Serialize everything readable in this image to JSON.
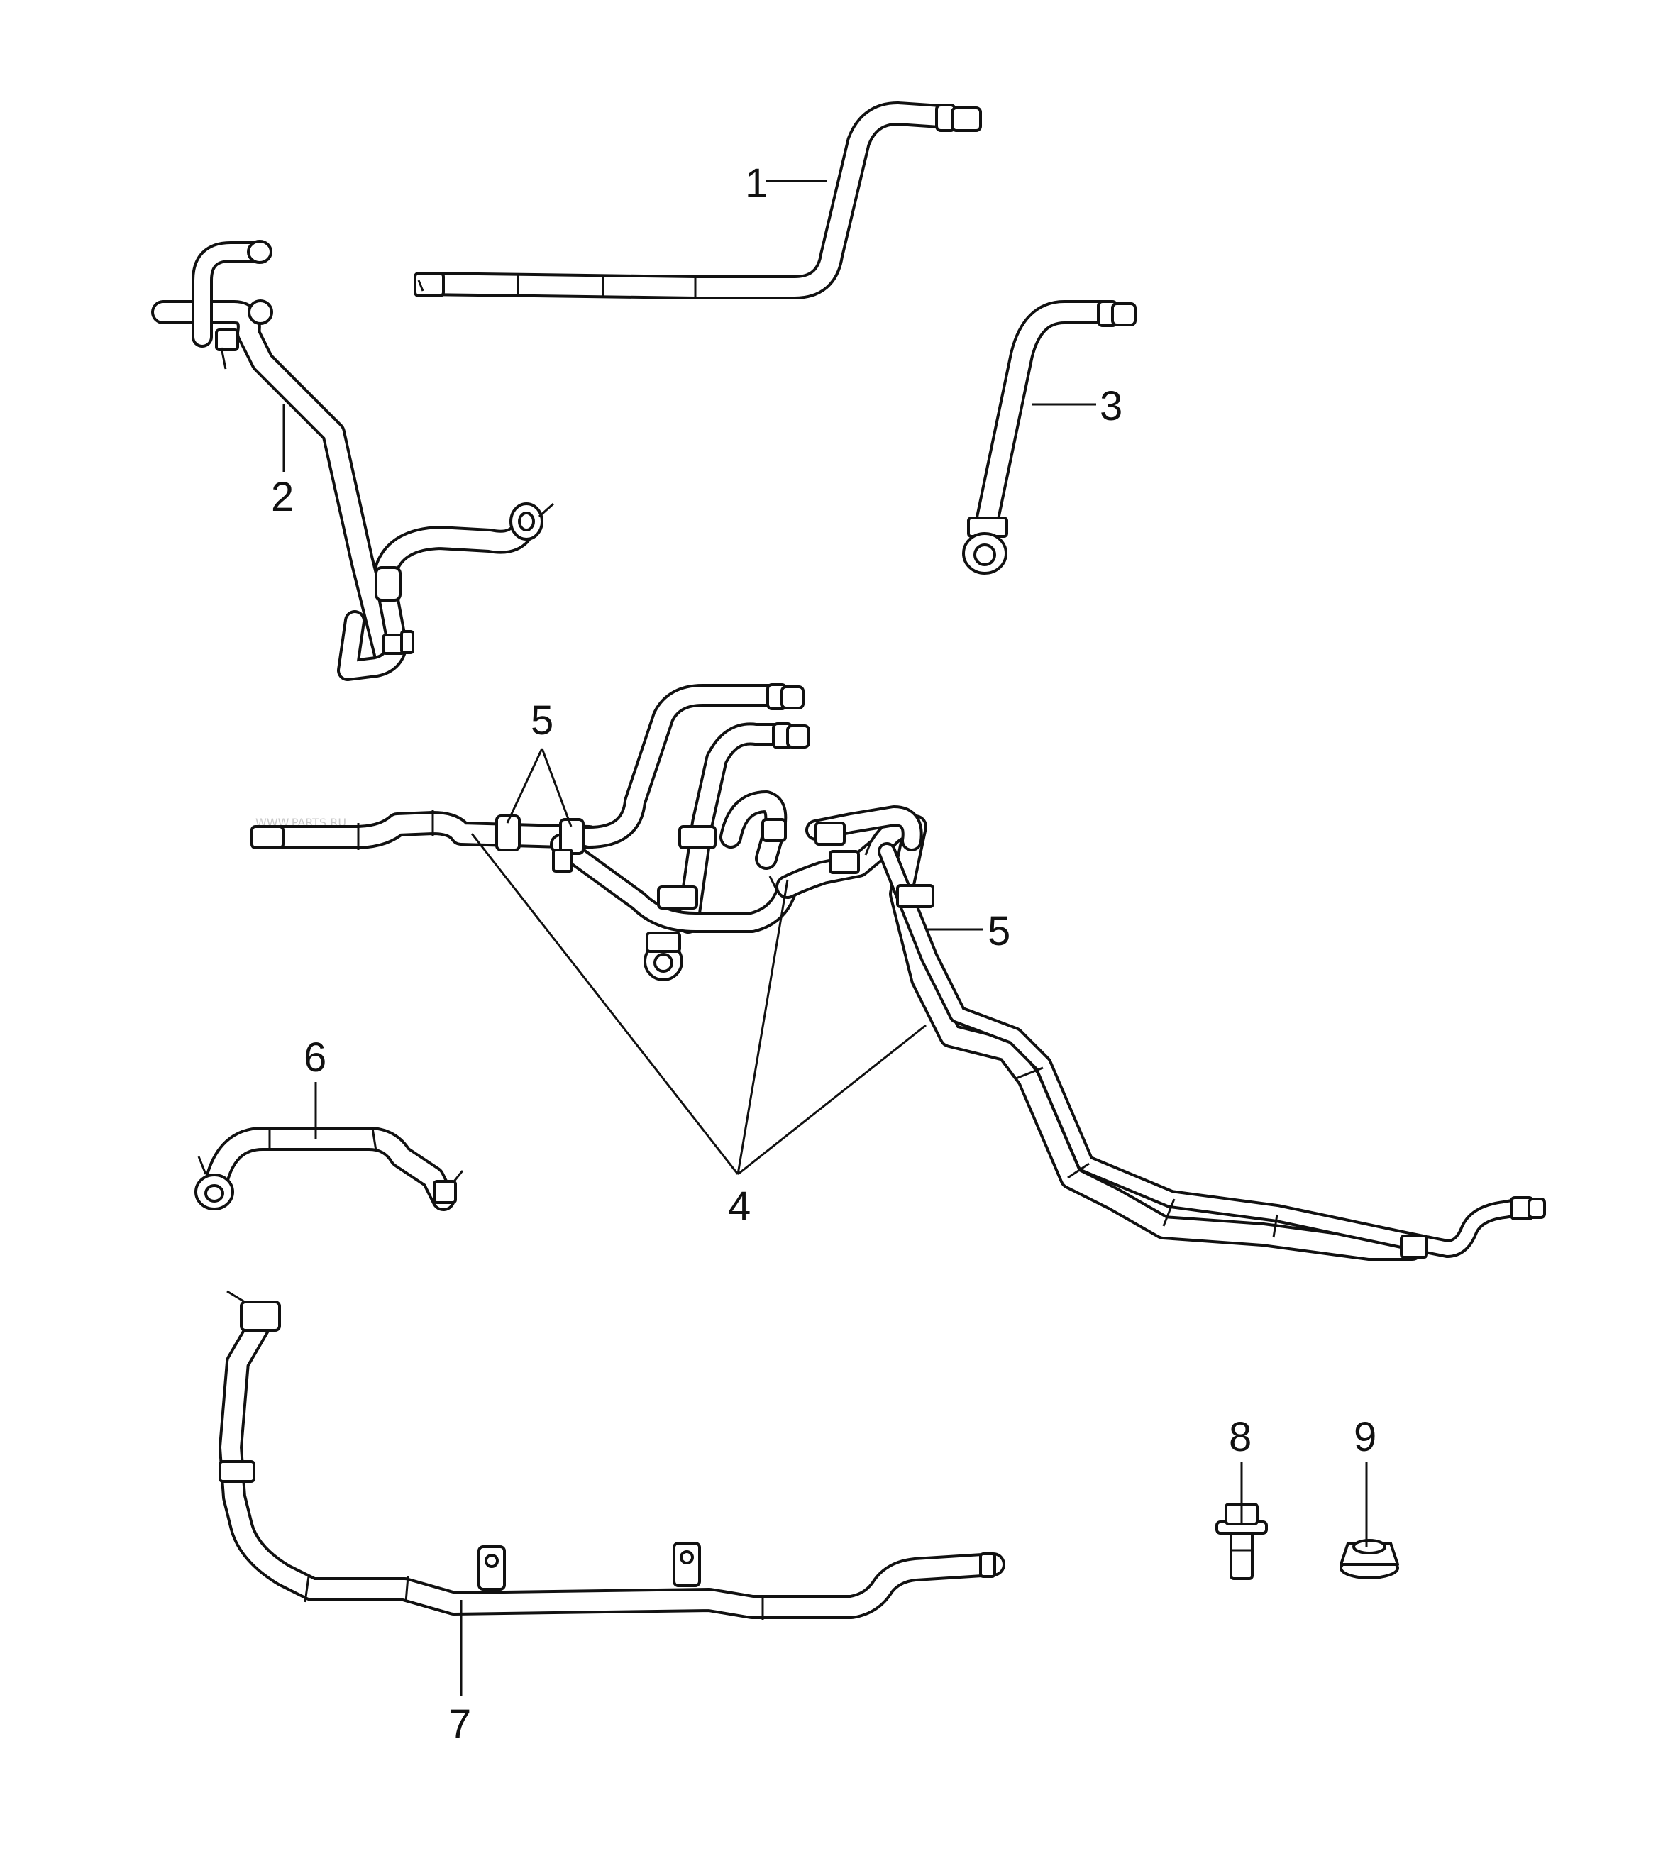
{
  "diagram": {
    "callouts": [
      {
        "id": "1",
        "text": "1"
      },
      {
        "id": "2",
        "text": "2"
      },
      {
        "id": "3",
        "text": "3"
      },
      {
        "id": "4",
        "text": "4"
      },
      {
        "id": "5a",
        "text": "5"
      },
      {
        "id": "5b",
        "text": "5"
      },
      {
        "id": "6",
        "text": "6"
      },
      {
        "id": "7",
        "text": "7"
      },
      {
        "id": "8",
        "text": "8"
      },
      {
        "id": "9",
        "text": "9"
      }
    ],
    "watermark": "WWW.PARTS.RU",
    "colors": {
      "line": "#111111",
      "background": "#ffffff"
    }
  }
}
